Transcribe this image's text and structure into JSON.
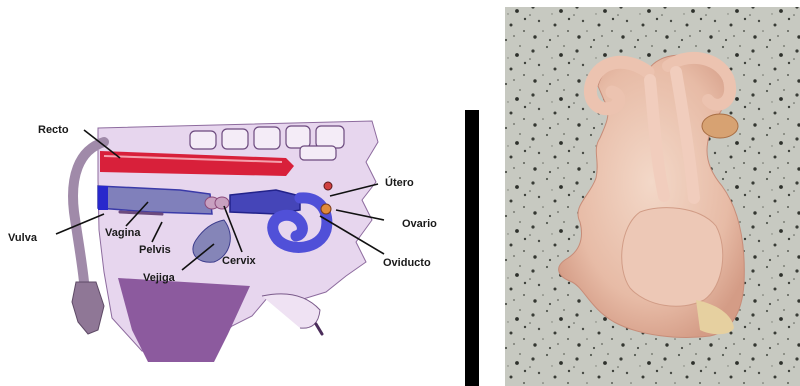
{
  "labels": {
    "recto": "Recto",
    "utero": "Útero",
    "vulva": "Vulva",
    "vagina": "Vagina",
    "pelvis": "Pelvis",
    "ovario": "Ovario",
    "cervix": "Cervix",
    "oviducto": "Oviducto",
    "vejiga": "Vejiga"
  }
}
